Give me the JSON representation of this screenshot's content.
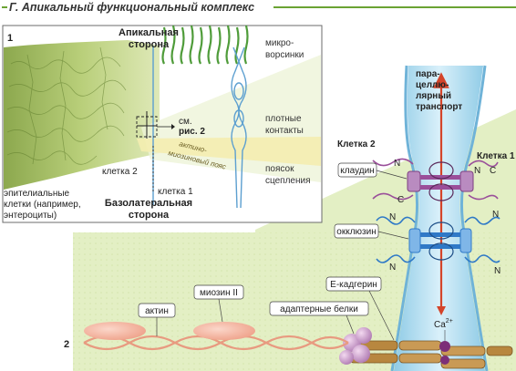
{
  "header": {
    "title": "Г. Апикальный функциональный комплекс"
  },
  "panel1": {
    "number": "1",
    "apical_line1": "Апикальная",
    "apical_line2": "сторона",
    "basolateral_line1": "Базолатеральная",
    "basolateral_line2": "сторона",
    "cell2": "клетка 2",
    "cell1": "клетка 1",
    "epithelial_line1": "эпителиальные",
    "epithelial_line2": "клетки (например,",
    "epithelial_line3": "энтероциты)",
    "see_line1": "см.",
    "see_line2": "рис. 2",
    "actomyosin_line1": "актино-",
    "actomyosin_line2": "миозиновый пояс",
    "microvilli_line1": "микро-",
    "microvilli_line2": "ворсинки",
    "tight_line1": "плотные",
    "tight_line2": "контакты",
    "belt_line1": "поясок",
    "belt_line2": "сцепления"
  },
  "panel2": {
    "number": "2",
    "paracellular_line1": "пара-",
    "paracellular_line2": "целлю-",
    "paracellular_line3": "лярный",
    "paracellular_line4": "транспорт",
    "cell2": "Клетка 2",
    "cell1": "Клетка 1",
    "claudin": "клаудин",
    "occludin": "окклюзин",
    "ecadherin": "Е-кадгерин",
    "adapter": "адаптерные белки",
    "actin": "актин",
    "myosin": "миозин II",
    "ca_base": "Ca",
    "ca_sup": "2+",
    "n": "N",
    "c": "C"
  },
  "colors": {
    "panel_bg": "#e3efc4",
    "header_line": "#6aa333",
    "protein_purple": "#9a4f9a",
    "occludin_blue": "#2f79c7",
    "arrow_red": "#d4442a",
    "channel_blue": "#a8d8ee",
    "actin_pink": "#f4b9a6"
  }
}
